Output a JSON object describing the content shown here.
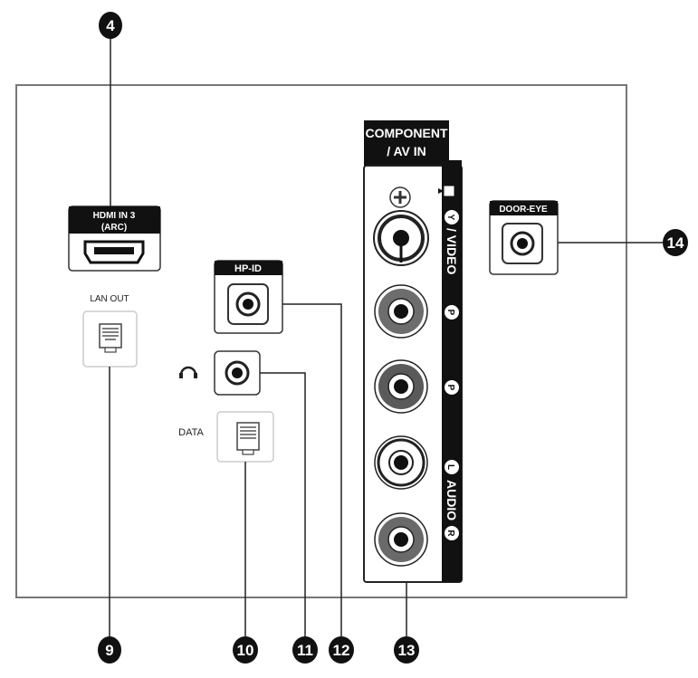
{
  "ports": {
    "hdmi": {
      "label_line1": "HDMI IN 3",
      "label_line2": "(ARC)"
    },
    "lan_out": {
      "label": "LAN OUT"
    },
    "hp_id": {
      "label": "HP-ID"
    },
    "data": {
      "label": "DATA"
    },
    "door_eye": {
      "label": "DOOR-EYE"
    },
    "component": {
      "label_line1": "COMPONENT",
      "label_line2": "/ AV IN",
      "video_badge": "Y",
      "video_label": "/ VIDEO",
      "pb_badge": "P",
      "pr_badge": "P",
      "audio_l_badge": "L",
      "audio_label": "AUDIO",
      "audio_r_badge": "R"
    }
  },
  "callouts": {
    "n4": "4",
    "n9": "9",
    "n10": "10",
    "n11": "11",
    "n12": "12",
    "n13": "13",
    "n14": "14"
  },
  "colors": {
    "jack_green": "#6d6d6d",
    "jack_blue": "#5a5a5a",
    "jack_red": "#6a6a6a",
    "label_bg": "#111111",
    "panel_line": "#777777"
  }
}
